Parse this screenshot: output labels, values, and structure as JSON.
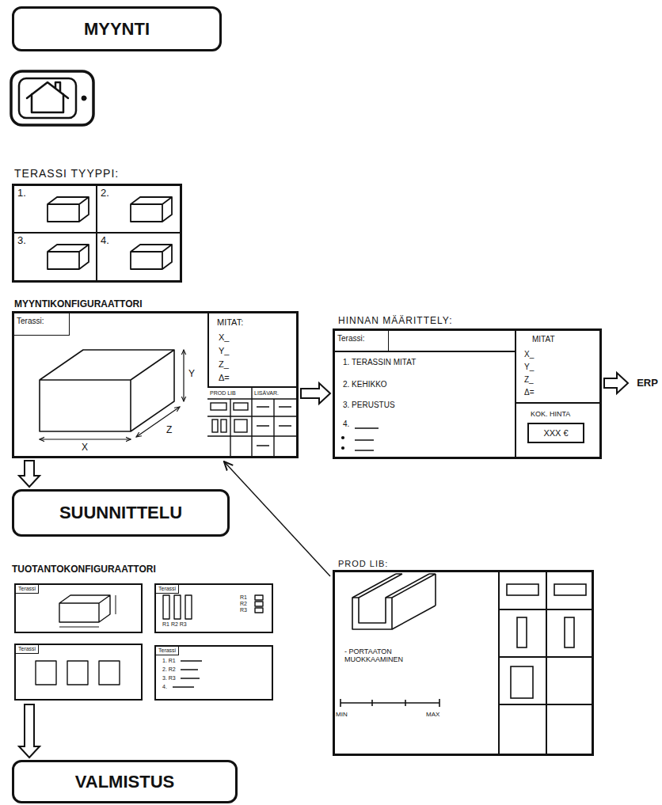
{
  "diagram": {
    "nodes": [
      {
        "text": [
          "MYYNTI"
        ]
      },
      {
        "text": [
          "TERASSI TYYPPI:"
        ]
      },
      {
        "text": [
          "1."
        ],
        "in": 1
      },
      {
        "text": [
          "2."
        ],
        "in": 1
      },
      {
        "text": [
          "3."
        ],
        "in": 1
      },
      {
        "text": [
          "4."
        ],
        "in": 1
      },
      {
        "text": [
          "MYYNTIKONFIGURAATTORI"
        ]
      },
      {
        "text": [
          "Terassi:"
        ],
        "in": 6
      },
      {
        "text": [
          "MITAT:",
          "X_",
          "Y_",
          "Z_",
          "Δ="
        ],
        "in": 6
      },
      {
        "text": [
          "HINNAN MÄÄRITTELY:",
          "1. TERASSIN MITAT",
          "2. KEHIKKO",
          "3. PERUSTUS",
          "4."
        ]
      },
      {
        "text": [
          "Terassi:"
        ],
        "in": 9
      },
      {
        "text": [
          "MITAT",
          "X_",
          "Y_",
          "Z_",
          "Δ="
        ],
        "in": 9
      },
      {
        "text": [
          "KOK. HINTA"
        ],
        "in": 9
      },
      {
        "text": [
          "XXX €"
        ],
        "in": 12
      },
      {
        "text": [
          "ERP"
        ]
      },
      {
        "text": [
          "SUUNNITTELU"
        ]
      },
      {
        "text": [
          "TUOTANTOKONFIGURAATTORI"
        ]
      },
      {
        "text": [
          "Terassi"
        ],
        "in": 16
      },
      {
        "text": [
          "Terassi",
          "R1 R2 R3",
          "R1 R2 R3"
        ],
        "in": 16
      },
      {
        "text": [
          "Terassi"
        ],
        "in": 16
      },
      {
        "text": [
          "Terassi",
          "1. R1",
          "2. R2",
          "3. R3",
          "4."
        ],
        "in": 16
      },
      {
        "text": [
          "PROD LIB:",
          "- PORTAATON MUOKKAAMINEN"
        ]
      },
      {
        "text": [
          "VALMISTUS"
        ]
      }
    ],
    "edges": [
      {
        "from": 6,
        "to": 9,
        "arrow": "to"
      },
      {
        "from": 9,
        "to": 14,
        "arrow": "to"
      },
      {
        "from": 6,
        "to": 15,
        "arrow": "to"
      },
      {
        "from": 21,
        "to": 6,
        "arrow": "to"
      },
      {
        "from": 16,
        "to": 22,
        "arrow": "to"
      }
    ],
    "labels": [
      "X",
      "Z",
      "Y",
      "PROD LIB",
      "LISÄVAR.",
      "MIN",
      "MAX"
    ]
  }
}
